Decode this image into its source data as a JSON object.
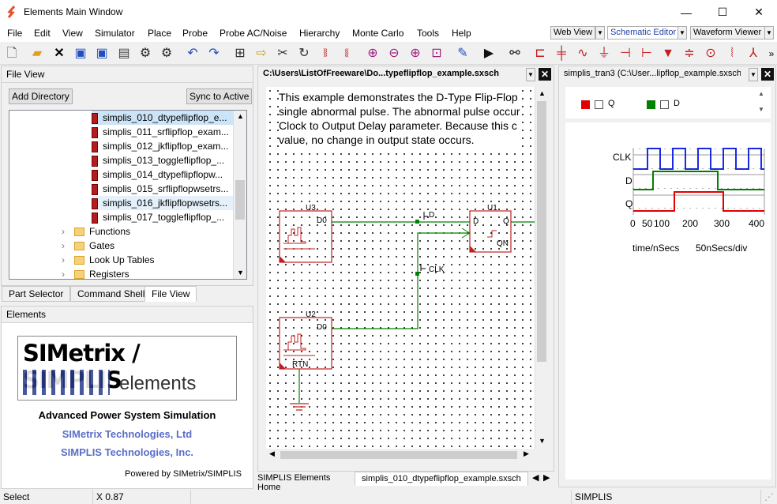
{
  "window": {
    "title": "Elements Main Window",
    "minimize": "—",
    "maximize": "☐",
    "close": "✕"
  },
  "menu": [
    "File",
    "Edit",
    "View",
    "Simulator",
    "Place",
    "Probe",
    "Probe AC/Noise",
    "Hierarchy",
    "Monte Carlo",
    "Tools",
    "Help"
  ],
  "views": {
    "web": "Web View",
    "schematic": "Schematic Editor",
    "waveform": "Waveform Viewer",
    "more": "»"
  },
  "fileview": {
    "title": "File View",
    "add_directory": "Add Directory",
    "sync": "Sync to Active",
    "files": [
      "simplis_010_dtypeflipflop_e...",
      "simplis_011_srflipflop_exam...",
      "simplis_012_jkflipflop_exam...",
      "simplis_013_toggleflipflop_...",
      "simplis_014_dtypeflipflopw...",
      "simplis_015_srflipflopwsetrs...",
      "simplis_016_jkflipflopwsetrs...",
      "simplis_017_toggleflipflop_..."
    ],
    "folders": [
      "Functions",
      "Gates",
      "Look Up Tables",
      "Registers"
    ]
  },
  "bottom_tabs": [
    "Part Selector",
    "Command Shell",
    "File View"
  ],
  "elements": {
    "title": "Elements",
    "logo_top": "SIMetrix / SIMPLIS",
    "logo_bottom": "elements",
    "tagline": "Advanced Power System Simulation",
    "company1": "SIMetrix Technologies, Ltd",
    "company2": "SIMPLIS Technologies, Inc.",
    "powered": "Powered by SIMetrix/SIMPLIS"
  },
  "schematic": {
    "tab_title": "C:\\Users\\ListOfFreeware\\Do...typeflipflop_example.sxsch",
    "description": "This example demonstrates the D-Type Flip-Flop single abnormal pulse. The abnormal pulse occurs Clock to Output Delay parameter. Because this c value, no change in output state occurs.",
    "desc_lines": [
      "This example demonstrates the D-Type Flip-Flop",
      "single abnormal pulse. The abnormal pulse occur",
      "Clock to Output Delay parameter. Because this c",
      "value, no change in output state occurs."
    ],
    "u3": "U3",
    "u2": "U2",
    "u1": "U1",
    "d0": "D0",
    "d0b": "D0",
    "rtn": "RTN",
    "net_d": "D",
    "net_clk": "CLK",
    "pin_d": "D",
    "pin_q": "Q",
    "pin_qn": "QN",
    "bottom_tabs": [
      "SIMPLIS Elements Home",
      "simplis_010_dtypeflipflop_example.sxsch"
    ]
  },
  "waveform": {
    "tab_title": "simplis_tran3 (C:\\User...lipflop_example.sxsch)",
    "legend": [
      {
        "name": "Q",
        "color": "#e00000"
      },
      {
        "name": "D",
        "color": "#008000"
      }
    ],
    "signals": [
      "CLK",
      "D",
      "Q"
    ],
    "ticks": [
      "0",
      "50",
      "100",
      "200",
      "300",
      "400"
    ],
    "xlabel": "time/nSecs",
    "division": "50nSecs/div",
    "colors": {
      "clk": "#1a2be6",
      "d": "#008000",
      "q": "#e00000"
    }
  },
  "statusbar": {
    "mode": "Select",
    "coord": "X 0.87",
    "sim": "SIMPLIS"
  }
}
